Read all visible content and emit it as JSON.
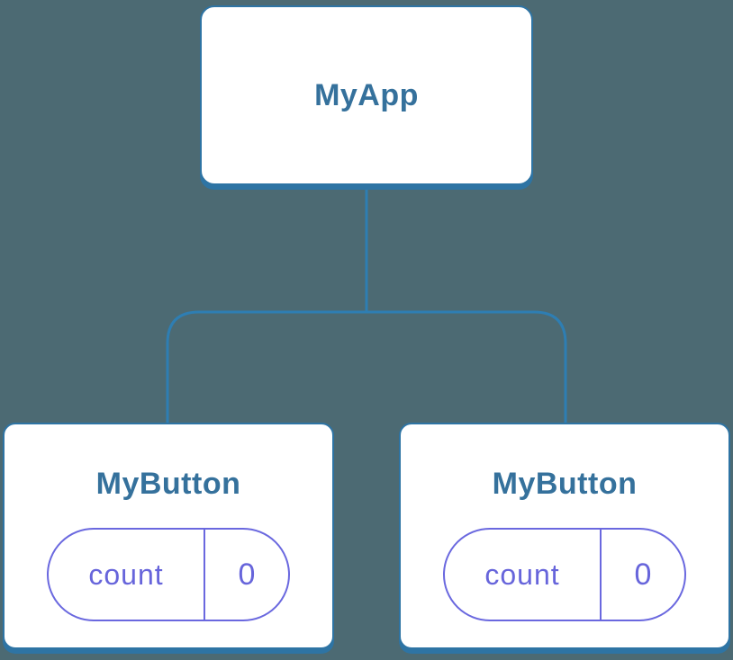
{
  "diagram": {
    "kind": "react-component-tree",
    "root": {
      "label": "MyApp"
    },
    "children": [
      {
        "label": "MyButton",
        "state": {
          "key": "count",
          "value": "0"
        }
      },
      {
        "label": "MyButton",
        "state": {
          "key": "count",
          "value": "0"
        }
      }
    ]
  },
  "colors": {
    "background": "#4C6A73",
    "card_background": "#ffffff",
    "card_border": "#2E74A4",
    "connector": "#2E7EB3",
    "title_text": "#35719C",
    "state_border": "#6A68DF",
    "state_text": "#6765DB"
  }
}
